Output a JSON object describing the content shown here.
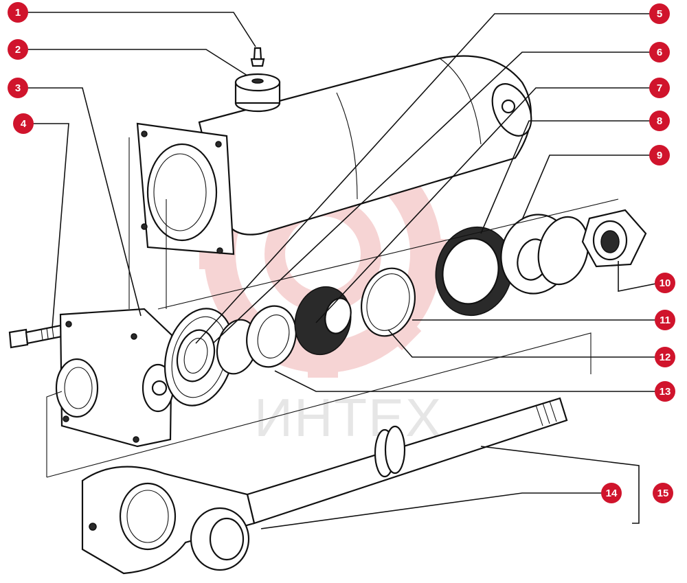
{
  "watermark": {
    "text": "ИНТЕХ",
    "gear_color": "#f4c6c6"
  },
  "badge_color": "#d0142c",
  "callouts": [
    {
      "num": "1"
    },
    {
      "num": "2"
    },
    {
      "num": "3"
    },
    {
      "num": "4"
    },
    {
      "num": "5"
    },
    {
      "num": "6"
    },
    {
      "num": "7"
    },
    {
      "num": "8"
    },
    {
      "num": "9"
    },
    {
      "num": "10"
    },
    {
      "num": "11"
    },
    {
      "num": "12"
    },
    {
      "num": "13"
    },
    {
      "num": "14"
    },
    {
      "num": "15"
    }
  ]
}
